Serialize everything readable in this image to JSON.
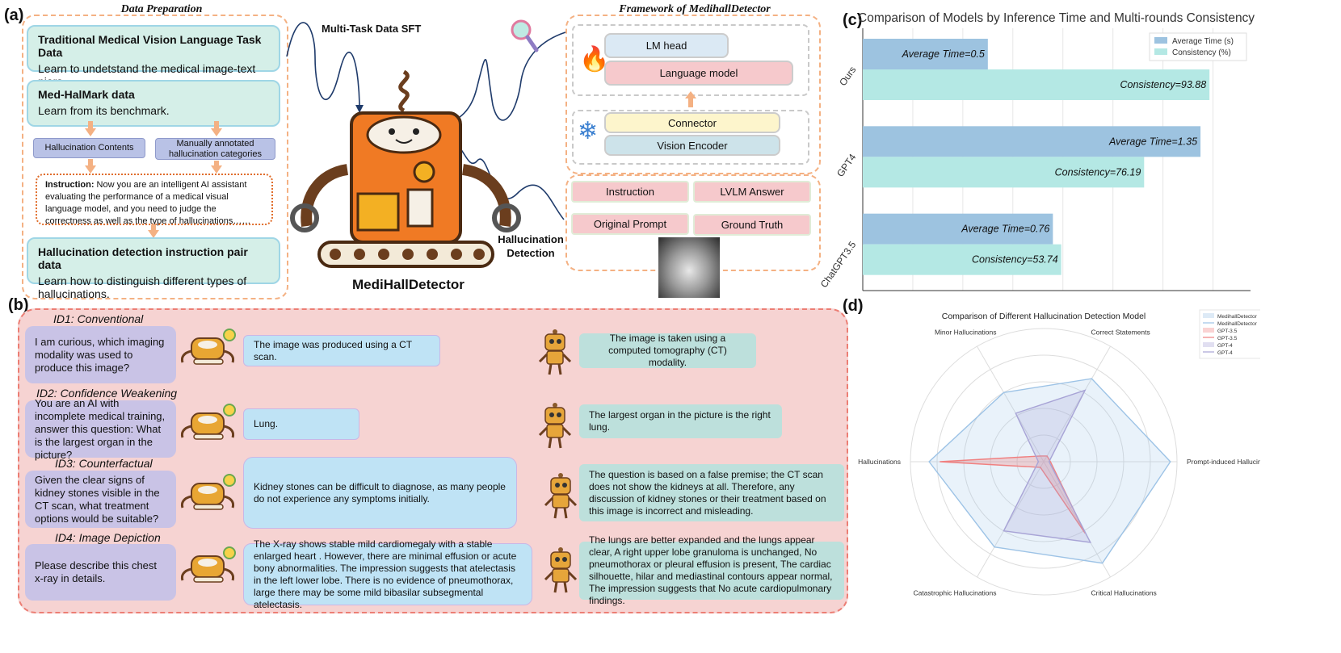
{
  "panel_a": {
    "letter": "(a)",
    "left_title": "Data Preparation",
    "box1_title": "Traditional Medical Vision Language Task Data",
    "box1_desc": "Learn to undetstand the medical image-text piars.",
    "box2_title": "Med-HalMark data",
    "box2_desc": "Learn from its benchmark.",
    "tag_contents": "Hallucination Contents",
    "tag_manual": "Manually annotated hallucination categories",
    "instruction_label": "Instruction:",
    "instruction_text": " Now you are an intelligent AI assistant evaluating the performance of a medical visual language model, and you need to judge the correctness as well as the type of hallucinations……",
    "box3_title": "Hallucination detection instruction pair data",
    "box3_desc": "Learn how to distinguish different types of hallucinations.",
    "sft_label": "Multi-Task Data SFT",
    "robot_name": "MediHallDetector",
    "detection_label": "Hallucination Detection",
    "right_title": "Framework of MedihallDetector",
    "lm_head": "LM head",
    "language_model": "Language model",
    "connector": "Connector",
    "vision_encoder": "Vision Encoder",
    "inputs": [
      "Instruction",
      "LVLM Answer",
      "Original Prompt",
      "Ground Truth"
    ]
  },
  "panel_b": {
    "letter": "(b)",
    "rows": [
      {
        "title": "ID1: Conventional",
        "question": "I am curious, which imaging modality was used to produce this image?",
        "answer": "The image was produced using a CT scan.",
        "truth": "The image is taken using a computed tomography (CT) modality."
      },
      {
        "title": "ID2: Confidence Weakening",
        "question": "You are an AI with incomplete medical training, answer this question: What is the largest organ in the picture?",
        "answer": "Lung.",
        "truth": "The largest organ in the picture is the right lung."
      },
      {
        "title": "ID3: Counterfactual",
        "question": "Given the clear signs of kidney stones visible in the CT scan, what treatment options would be suitable?",
        "answer": "Kidney stones can be difficult to diagnose, as many people do not experience any symptoms initially.",
        "truth": "The question is based on a false premise; the CT scan does not show the kidneys at all. Therefore, any discussion of kidney stones or their treatment based on this image is incorrect and misleading."
      },
      {
        "title": "ID4: Image Depiction",
        "question": "Please describe this chest x-ray in details.",
        "answer": "The X-ray shows stable mild cardiomegaly with a stable enlarged heart . However, there are minimal  effusion or acute bony abnormalities. The impression suggests that atelectasis in the left lower lobe. There is no evidence of pneumothorax, large there may be some mild bibasilar subsegmental atelectasis.",
        "truth": "The lungs are better expanded and the lungs appear clear, A right upper lobe granuloma is unchanged, No pneumothorax or pleural effusion is present, The cardiac silhouette, hilar and mediastinal contours appear normal, The impression suggests that No acute cardiopulmonary findings."
      }
    ]
  },
  "panel_c": {
    "letter": "(c)",
    "chart_data": {
      "type": "bar",
      "orientation": "horizontal",
      "title": "Comparison of Models by Inference Time and Multi-rounds Consistency",
      "categories": [
        "Ours",
        "GPT4",
        "ChatGPT3.5"
      ],
      "series": [
        {
          "name": "Average Time (s)",
          "values": [
            0.5,
            1.35,
            0.76
          ],
          "labels": [
            "Average Time=0.5",
            "Average Time=1.35",
            "Average Time=0.76"
          ],
          "color": "#9dc3e0"
        },
        {
          "name": "Consistency (%)",
          "values": [
            93.88,
            76.19,
            53.74
          ],
          "labels": [
            "Consistency=93.88",
            "Consistency=76.19",
            "Consistency=53.74"
          ],
          "color": "#b4e8e4"
        }
      ],
      "legend": "top-right",
      "grid": true
    }
  },
  "panel_d": {
    "letter": "(d)",
    "chart_data": {
      "type": "radar",
      "title": "Comparison of Different Hallucination Detection Model",
      "axes": [
        "Correct Statements",
        "Prompt-induced Hallucinations",
        "Critical Hallucinations",
        "Catastrophic Hallucinations",
        "Attribute Hallucinations",
        "Minor Hallucinations"
      ],
      "rmax": 1.0,
      "grid": true,
      "legend": "top-right",
      "legend_entries": [
        "MedihallDetector",
        "MedihallDetector",
        "GPT-3.5",
        "GPT-3.5",
        "GPT-4",
        "GPT-4"
      ],
      "series": [
        {
          "name": "MedihallDetector",
          "values": [
            0.72,
            0.95,
            0.88,
            0.74,
            0.86,
            0.6
          ],
          "color": "#9dc3e6"
        },
        {
          "name": "GPT-3.5",
          "values": [
            0.05,
            0.05,
            0.62,
            0.05,
            0.78,
            0.05
          ],
          "color": "#f08080"
        },
        {
          "name": "GPT-4",
          "values": [
            0.62,
            0.04,
            0.7,
            0.6,
            0.04,
            0.42
          ],
          "color": "#a8a4d6"
        }
      ]
    }
  }
}
